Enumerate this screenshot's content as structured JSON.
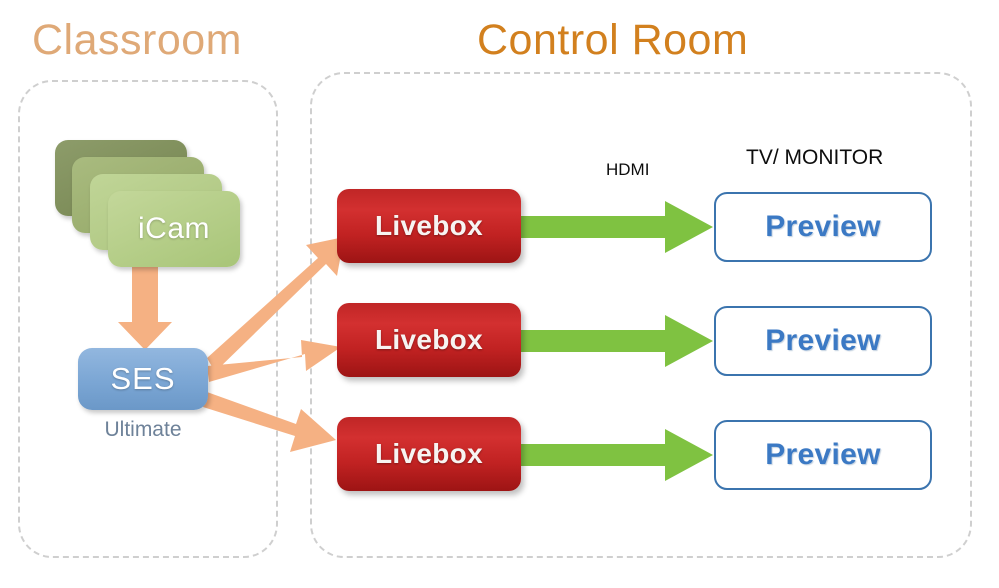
{
  "diagram": {
    "title_classroom": "Classroom",
    "title_controlroom": "Control Room",
    "zones": [
      {
        "name": "classroom",
        "label": "Classroom"
      },
      {
        "name": "control-room",
        "label": "Control Room"
      }
    ],
    "classroom": {
      "camera_stack": {
        "label": "iCam",
        "count": 4,
        "colors": [
          "#7d8d5a",
          "#9db072",
          "#b5cb8b",
          "#b5cf8a"
        ]
      },
      "server": {
        "label": "SES",
        "sublabel": "Ultimate",
        "color": "#7ba6d4"
      },
      "feed_arrow": {
        "name": "icam-to-ses-arrow",
        "color": "#f5b183"
      }
    },
    "control_room": {
      "connection_label": "HDMI",
      "display_label": "TV/ MONITOR",
      "rows": [
        {
          "encoder": "Livebox",
          "display": "Preview"
        },
        {
          "encoder": "Livebox",
          "display": "Preview"
        },
        {
          "encoder": "Livebox",
          "display": "Preview"
        }
      ]
    },
    "distribution_arrows": {
      "name": "ses-to-livebox-arrows",
      "count": 3,
      "color": "#f5b183"
    },
    "hdmi_arrows": {
      "name": "livebox-to-preview-arrows",
      "count": 3,
      "color": "#7fc241"
    },
    "colors": {
      "title_classroom": "#dfa977",
      "title_controlroom": "#d2801e",
      "zone_border": "#cfcfcf",
      "livebox_red": "#c02626",
      "preview_blue": "#3b74ae",
      "ses_blue": "#7ba6d4",
      "arrow_orange": "#f5b183",
      "arrow_green": "#7fc241",
      "label_black": "#0d0d0d",
      "sublabel_slate": "#6e8299"
    }
  }
}
